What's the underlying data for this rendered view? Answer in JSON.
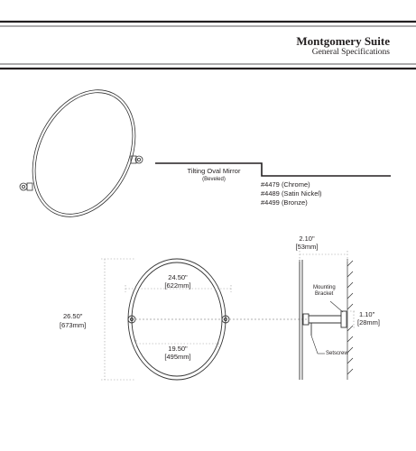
{
  "header": {
    "title": "Montgomery Suite",
    "subtitle": "General Specifications"
  },
  "product": {
    "name": "Tilting Oval Mirror",
    "note": "(Beveled)",
    "skus": [
      "#4479 (Chrome)",
      "#4489 (Satin Nickel)",
      "#4499 (Bronze)"
    ]
  },
  "dimensions": {
    "top_width": "24.50\"",
    "top_width_mm": "[622mm]",
    "height": "26.50\"",
    "height_mm": "[673mm]",
    "bottom_width": "19.50\"",
    "bottom_width_mm": "[495mm]",
    "depth": "2.10\"",
    "depth_mm": "[53mm]",
    "bracket": "1.10\"",
    "bracket_mm": "[28mm]"
  },
  "callouts": {
    "mounting_bracket_line1": "Mounting",
    "mounting_bracket_line2": "Bracket",
    "setscrew": "Setscrew"
  },
  "colors": {
    "ink": "#231f20",
    "line": "#333333",
    "dim": "#999999"
  }
}
